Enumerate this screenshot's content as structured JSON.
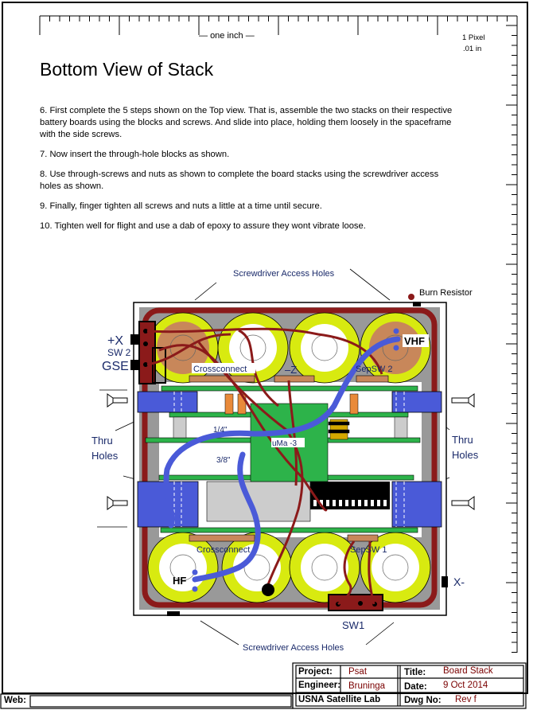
{
  "ruler": {
    "label": "one inch",
    "scale_line1": "1 Pixel",
    "scale_line2": ".01 in"
  },
  "title": "Bottom View of Stack",
  "steps": [
    "6.  First complete the 5 steps shown on the Top view.  That is, assemble the two stacks on their respective battery boards using the blocks and screws.  And slide into place, holding them loosely in the spaceframe with the side screws.",
    "7.  Now insert the through-hole blocks as shown.",
    "8.  Use through-screws and nuts as shown to complete the board stacks using the screwdriver access holes as shown.",
    "9.  Finally, finger tighten all screws and nuts a little at a time until secure.",
    "10.  Tighten well for flight and use a dab of epoxy to assure they wont vibrate loose."
  ],
  "diagram": {
    "top_access": "Screwdriver Access Holes",
    "bottom_access": "Screwdriver Access Holes",
    "burn_resistor": "Burn Resistor",
    "plus_x": "+X",
    "sw2": "SW 2",
    "gse": "GSE",
    "vhf": "VHF",
    "hf": "HF",
    "minus_x": "X-",
    "crossconnect_top": "Crossconnect",
    "minus_z": "–Z",
    "sepsw2": "SepSW 2",
    "crossconnect_bottom": "Crossconnect",
    "sepsw1": "SepSW 1",
    "sw1": "SW1",
    "quarter": "1/4\"",
    "three_eighths": "3/8\"",
    "chip": "uMa   -3",
    "thru_left_1": "Thru",
    "thru_left_2": "Holes",
    "thru_right_1": "Thru",
    "thru_right_2": "Holes",
    "colors": {
      "wire": "#8b1a1a",
      "blue": "#4a5ad8",
      "board": "#2db34a",
      "battery": "#d8ea10"
    }
  },
  "title_block": {
    "project_label": "Project:",
    "project": "Psat",
    "title_label": "Title:",
    "title": "Board Stack",
    "engineer_label": "Engineer:",
    "engineer": "Bruninga",
    "date_label": "Date:",
    "date": "9 Oct 2014",
    "org": "USNA Satellite Lab",
    "dwg_label": "Dwg No:",
    "dwg": "Rev f",
    "web_label": "Web:"
  }
}
